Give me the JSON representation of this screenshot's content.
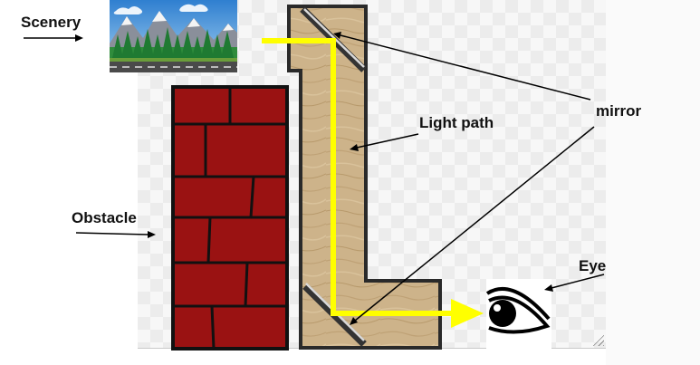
{
  "labels": {
    "scenery": "Scenery",
    "obstacle": "Obstacle",
    "light_path": "Light path",
    "mirror": "mirror",
    "eye": "Eye"
  },
  "colors": {
    "light": "#ffff00",
    "brick": "#9a1212",
    "wood": "#cdb38a",
    "sky": "#3d8fd8",
    "forest": "#1f7a32"
  }
}
